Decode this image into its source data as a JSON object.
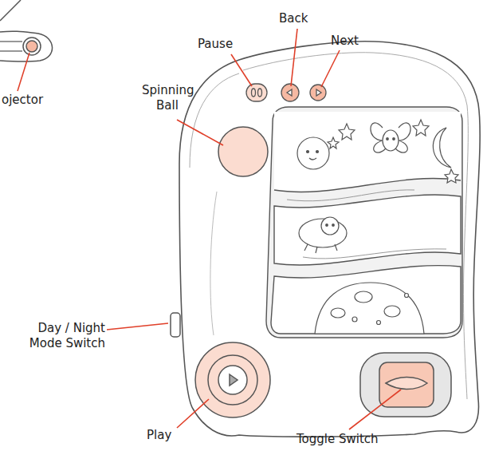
{
  "diagram": {
    "labels": [
      "ojector",
      "Pause",
      "Back",
      "Next",
      "Spinning Ball",
      "Day / Night Mode Switch",
      "Play",
      "Toggle Switch"
    ]
  }
}
